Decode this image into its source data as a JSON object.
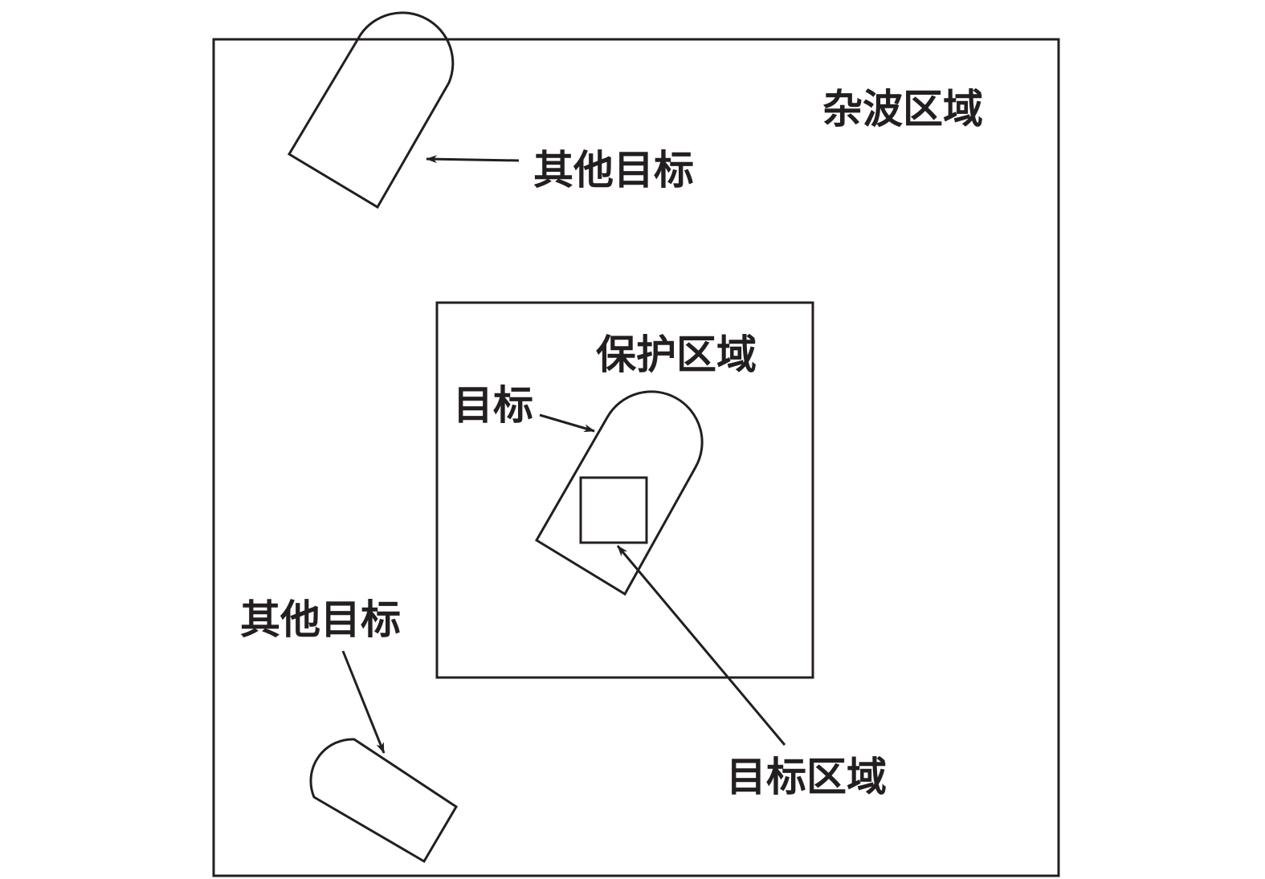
{
  "labels": {
    "clutter_region": "杂波区域",
    "other_target_top": "其他目标",
    "protection_region": "保护区域",
    "target": "目标",
    "other_target_bottom": "其他目标",
    "target_region": "目标区域"
  },
  "colors": {
    "stroke": "#231f20",
    "background": "#ffffff"
  }
}
